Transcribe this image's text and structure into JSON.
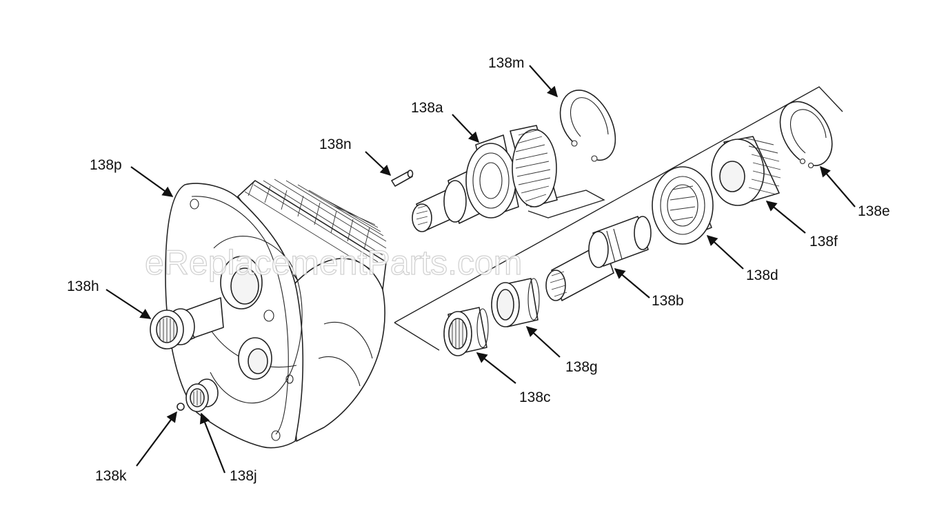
{
  "watermark": "eReplacementParts.com",
  "callouts": {
    "p138m": "138m",
    "p138a": "138a",
    "p138n": "138n",
    "p138p": "138p",
    "p138h": "138h",
    "p138k": "138k",
    "p138j": "138j",
    "p138c": "138c",
    "p138g": "138g",
    "p138b": "138b",
    "p138d": "138d",
    "p138f": "138f",
    "p138e": "138e"
  }
}
